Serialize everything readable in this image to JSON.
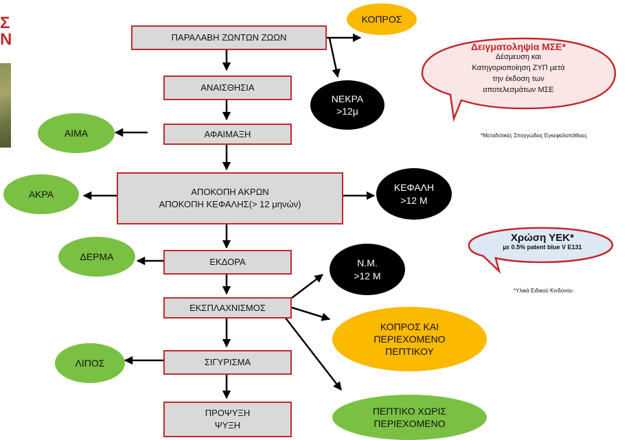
{
  "steps": {
    "reception": "ΠΑΡΑΛΑΒΗ ΖΩΝΤΩΝ ΖΩΩΝ",
    "stunning": "ΑΝΑΙΣΘΗΣΙΑ",
    "bleeding": "ΑΦΑΙΜΑΞΗ",
    "cutting": "ΑΠΟΚΟΠΗ ΑΚΡΩΝ\nΑΠΟΚΟΠΗ ΚΕΦΑΛΗΣ(> 12 μηνών)",
    "skinning": "ΕΚΔΟΡΑ",
    "evisceration": "ΕΚΣΠΛΑΧΝΙΣΜΟΣ",
    "splitting": "ΣΙΓΥΡΙΣΜΑ",
    "chilling": "ΠΡΟΨΥΞΗ\nΨΥΞΗ"
  },
  "outputs": {
    "manure": "ΚΟΠΡΟΣ",
    "dead": "ΝΕΚΡΑ\n>12μ",
    "blood": "ΑΙΜΑ",
    "feet": "ΑΚΡΑ",
    "head": "ΚΕΦΑΛΗ\n>12 Μ",
    "hide": "ΔΕΡΜΑ",
    "srm": "Ν.Μ.\n>12 Μ",
    "manure_content": "ΚΟΠΡΟΣ ΚΑΙ\nΠΕΡΙΕΧΟΜΕΝΟ\nΠΕΠΤΙΚΟΥ",
    "fat": "ΛΙΠΟΣ",
    "tract_empty": "ΠΕΠΤΙΚΟ ΧΩΡΙΣ\nΠΕΡΙΕΧΟΜΕΝΟ"
  },
  "callouts": {
    "sampling_title": "Δειγματοληψία ΜΣΕ*",
    "sampling_body": "Δέσμευση και\nΚατηγοριοποίηση ΖΥΠ μετά\nτην έκδοση των\nαποτελεσμάτων ΜΣΕ",
    "sampling_note": "*Μεταδοτικές Σπογγώδεις Εγκεφαλοπάθειες",
    "dye_title": "Χρώση ΥΕΚ*",
    "dye_body": "με 0.5% patent blue V E131",
    "dye_note": "*Υλικά Ειδικού Κινδύνου"
  },
  "logo_fragment": "Σ\nΝ",
  "colors": {
    "step_fill": "#d9d9d9",
    "step_border": "#c0282d",
    "green": "#7ac143",
    "yellow": "#fbb900",
    "black": "#000000",
    "red_callout": "#c0282d",
    "blue_callout": "#dde8f4"
  }
}
